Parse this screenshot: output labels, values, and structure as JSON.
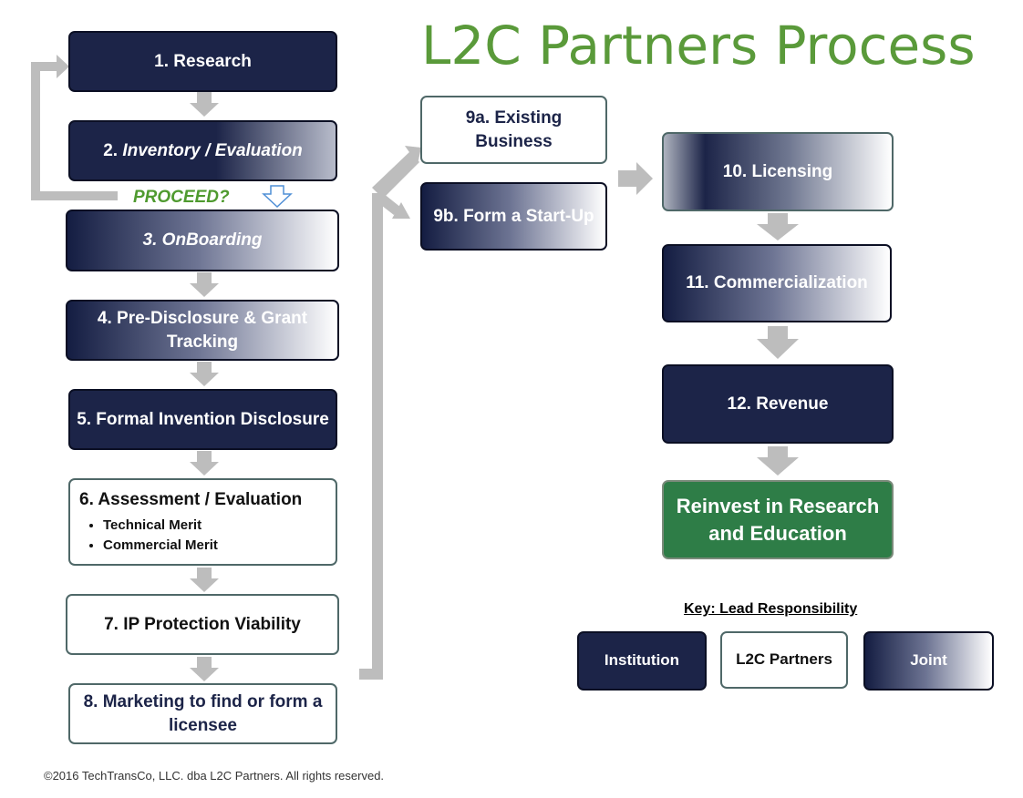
{
  "title": "L2C Partners Process",
  "steps": {
    "s1": "1. Research",
    "s2_num": "2. ",
    "s2_italic": "Inventory / Evaluation",
    "proceed": "PROCEED?",
    "s3": "3. OnBoarding",
    "s4": "4. Pre-Disclosure & Grant Tracking",
    "s5": "5. Formal Invention Disclosure",
    "s6": {
      "heading": "6. Assessment / Evaluation",
      "bullets": [
        "Technical Merit",
        "Commercial Merit"
      ]
    },
    "s7": "7. IP Protection Viability",
    "s8": "8. Marketing to find or form a licensee",
    "s9a": "9a. Existing Business",
    "s9b": "9b. Form a Start-Up",
    "s10_num": "10.",
    "s10_label": "Licensing",
    "s11": "11. Commercialization",
    "s12": "12. Revenue",
    "reinvest": "Reinvest in Research and Education"
  },
  "key": {
    "title": "Key:  Lead Responsibility",
    "institution": "Institution",
    "l2c": "L2C Partners",
    "joint": "Joint"
  },
  "copyright": "©2016 TechTransCo, LLC.  dba L2C Partners. All rights reserved.",
  "colors": {
    "institution": "#1c2448",
    "l2c": "#ffffff",
    "joint_start": "#141d42",
    "joint_end": "#ffffff",
    "reinvest": "#2e7d47",
    "title": "#5a9a3a",
    "proceed": "#4f9a2f",
    "arrow": "#bdbdbd"
  }
}
